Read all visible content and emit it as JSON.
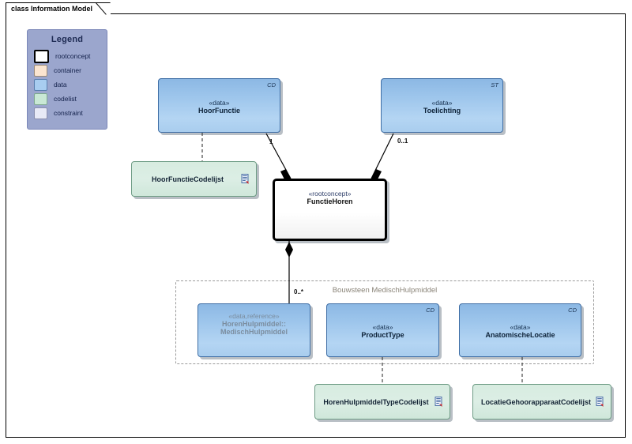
{
  "diagram": {
    "frame_title": "class Information Model",
    "package_title": "Bouwsteen MedischHulpmiddel"
  },
  "legend": {
    "title": "Legend",
    "items": [
      {
        "label": "rootconcept",
        "color": "#ffffff"
      },
      {
        "label": "container",
        "color": "#fbe5d0"
      },
      {
        "label": "data",
        "color": "#a8cdf0"
      },
      {
        "label": "codelist",
        "color": "#c9e8d5"
      },
      {
        "label": "constraint",
        "color": "#e8eaf6"
      }
    ]
  },
  "nodes": {
    "hoorfunctie": {
      "stereotype": "«data»",
      "name": "HoorFunctie",
      "tag": "CD"
    },
    "toelichting": {
      "stereotype": "«data»",
      "name": "Toelichting",
      "tag": "ST"
    },
    "functiehoren": {
      "stereotype": "«rootconcept»",
      "name": "FunctieHoren"
    },
    "medischhulpmiddel": {
      "stereotype": "«data,reference»",
      "name_line1": "HorenHulpmiddel::",
      "name_line2": "MedischHulpmiddel"
    },
    "producttype": {
      "stereotype": "«data»",
      "name": "ProductType",
      "tag": "CD"
    },
    "anatomischelocatie": {
      "stereotype": "«data»",
      "name": "AnatomischeLocatie",
      "tag": "CD"
    }
  },
  "codelists": {
    "hoorfunctie": "HoorFunctieCodelijst",
    "hulpmiddel": "HorenHulpmiddelTypeCodelijst",
    "locatie": "LocatieGehoorapparaatCodelijst"
  },
  "multiplicities": {
    "hoorfunctie": "1",
    "toelichting": "0..1",
    "hulpmiddel": "0..*"
  },
  "colors": {
    "data_fill": "#a8cdf0",
    "codelist_fill": "#c9e8d5",
    "legend_bg": "#9ba6cd",
    "rootconcept_border": "#000000"
  }
}
